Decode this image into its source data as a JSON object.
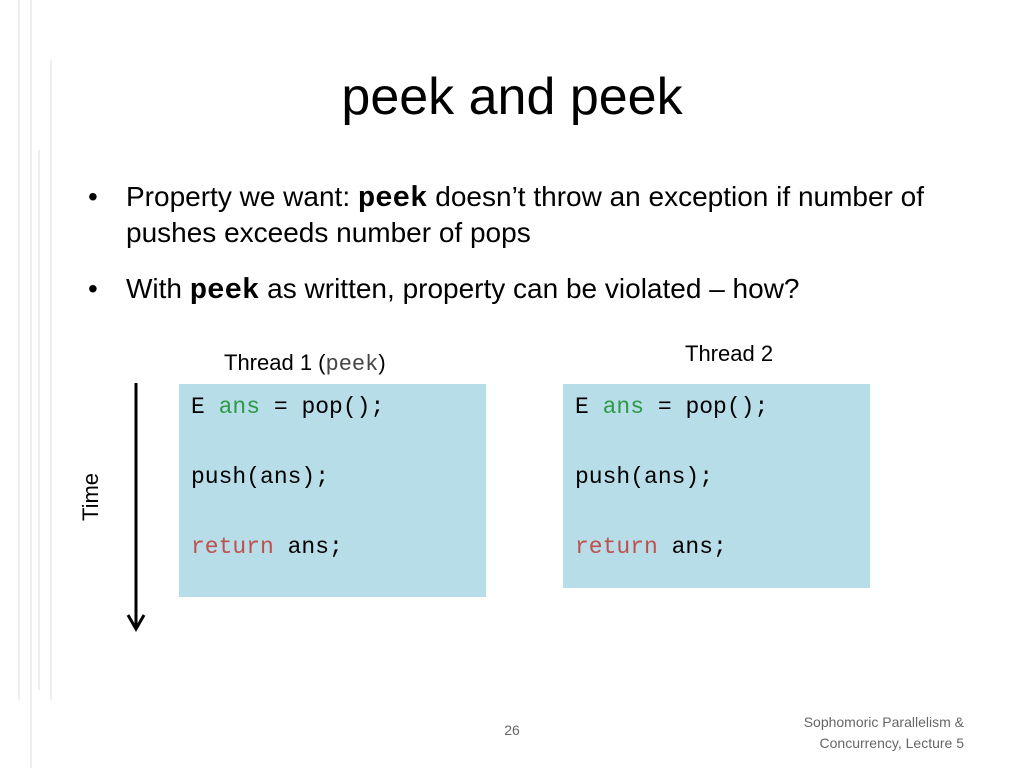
{
  "slide": {
    "title": "peek and peek",
    "bullets": [
      {
        "dot": "•",
        "pre": "Property we want: ",
        "code": "peek",
        "post": " doesn’t throw an exception if number of pushes exceeds number of pops"
      },
      {
        "dot": "•",
        "pre": "With ",
        "code": "peek",
        "post": " as written, property can be violated – how?"
      }
    ],
    "time_label": "Time",
    "page_number": "26",
    "footer_line1": "Sophomoric Parallelism &",
    "footer_line2": "Concurrency, Lecture 5"
  },
  "thread1": {
    "label_pre": "Thread 1 (",
    "label_code": "peek",
    "label_post": ")",
    "line1_type": "E ",
    "line1_var": "ans",
    "line1_rest": " = pop();",
    "line2": "push(ans);",
    "line3_kw": "return",
    "line3_rest": " ans;"
  },
  "thread2": {
    "label": "Thread 2",
    "line1_type": "E ",
    "line1_var": "ans",
    "line1_rest": " = pop();",
    "line2": "push(ans);",
    "line3_kw": "return",
    "line3_rest": " ans;"
  },
  "colors": {
    "code_box_bg": "#b7dde8",
    "keyword_green": "#2e9a47",
    "keyword_red": "#c0504d"
  }
}
